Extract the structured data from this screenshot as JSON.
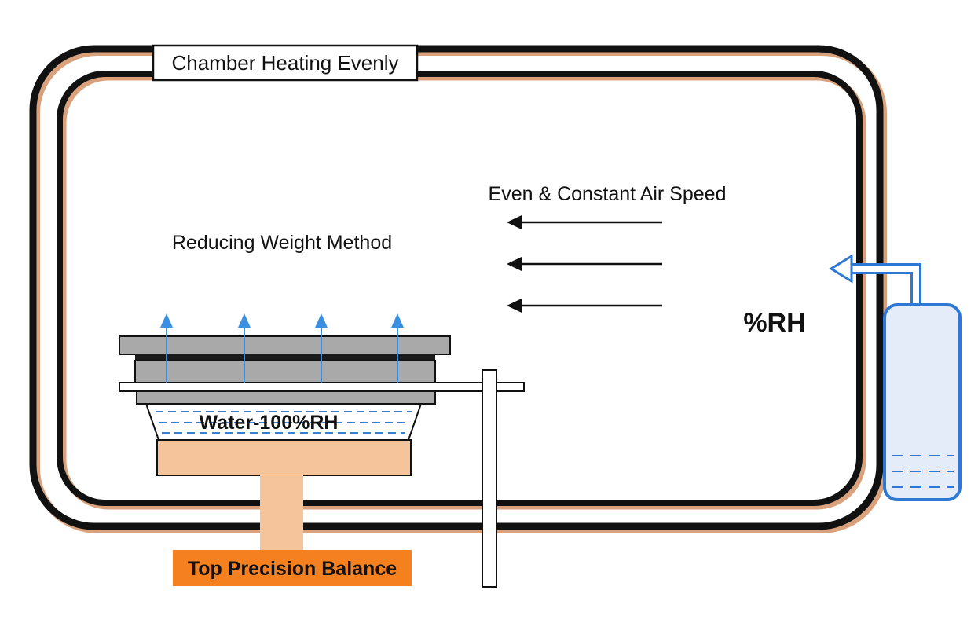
{
  "labels": {
    "chamber": "Chamber Heating Evenly",
    "air_speed": "Even & Constant Air Speed",
    "method": "Reducing Weight Method",
    "rh": "%RH",
    "water": "Water-100%RH",
    "balance": "Top Precision Balance"
  },
  "colors": {
    "outline": "#111111",
    "chamber_shadow": "#d9a27c",
    "tray_gray": "#a9a9a9",
    "tray_dark": "#1a1a1a",
    "water_blue": "#3a7fd0",
    "arrow_blue": "#4a9be0",
    "pedestal": "#f6c49a",
    "balance_orange": "#f5801f",
    "tank_fill": "#e4ecf9",
    "tank_border": "#2c78d4"
  }
}
